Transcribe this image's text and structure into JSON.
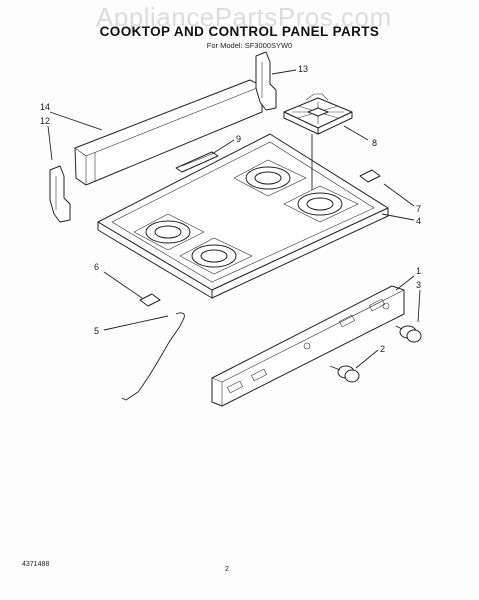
{
  "watermark": "AppliancePartsPros.com",
  "title": "COOKTOP AND CONTROL PANEL PARTS",
  "subtitle": "For Model: SF3000SYW0",
  "footer": {
    "doc_number": "4371488",
    "page_number": "2"
  },
  "callouts": {
    "c1": "1",
    "c2": "2",
    "c3": "3",
    "c4": "4",
    "c5": "5",
    "c6": "6",
    "c7": "7",
    "c8": "8",
    "c9": "9",
    "c12": "12",
    "c13": "13",
    "c14": "14"
  }
}
